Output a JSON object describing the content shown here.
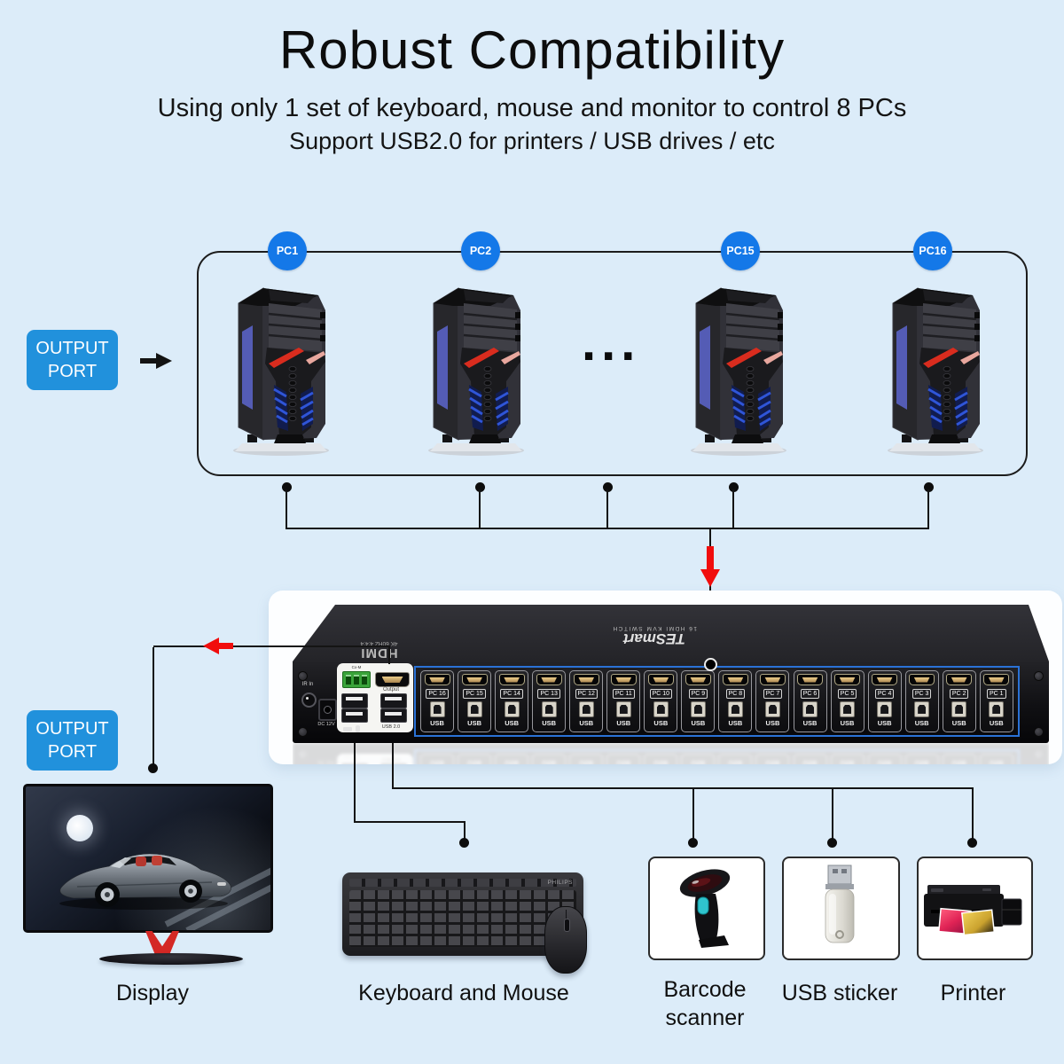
{
  "header": {
    "title": "Robust Compatibility",
    "subtitle1": "Using only 1 set of keyboard, mouse and monitor to control 8 PCs",
    "subtitle2": "Support USB2.0 for printers / USB drives / etc"
  },
  "colors": {
    "background": "#dcecf9",
    "accent_blue": "#2191dc",
    "badge_blue": "#1478e8",
    "arrow_red": "#f10d0d",
    "kvm_outline_blue": "#2a72d6"
  },
  "pc_group": {
    "badges": [
      "PC1",
      "PC2",
      "PC15",
      "PC16"
    ],
    "ellipsis": "..."
  },
  "output_port_top": {
    "line1": "OUTPUT",
    "line2": "PORT"
  },
  "output_port_bottom": {
    "line1": "OUTPUT",
    "line2": "PORT"
  },
  "kvm": {
    "brand": "TESmart",
    "brand_sub": "16 HDMI KVM SWITCH",
    "hdmi_logo": "HDMI",
    "hdmi_logo_sub": "4K 60HZ 4:4:4",
    "ir_label": "IR In",
    "dc_label": "DC 12V",
    "terminal_label": "Cx-M",
    "output_label": "Output",
    "usb20_label": "USB 2.0",
    "port_usb_label": "USB",
    "ports": [
      "PC 16",
      "PC 15",
      "PC 14",
      "PC 13",
      "PC 12",
      "PC 11",
      "PC 10",
      "PC 9",
      "PC 8",
      "PC 7",
      "PC 6",
      "PC 5",
      "PC 4",
      "PC 3",
      "PC 2",
      "PC 1"
    ]
  },
  "devices": {
    "display_label": "Display",
    "keyboard_label": "Keyboard and Mouse",
    "keyboard_brand": "PHILIPS",
    "barcode_label": "Barcode scanner",
    "usb_sticker_label": "USB sticker",
    "printer_label": "Printer"
  }
}
